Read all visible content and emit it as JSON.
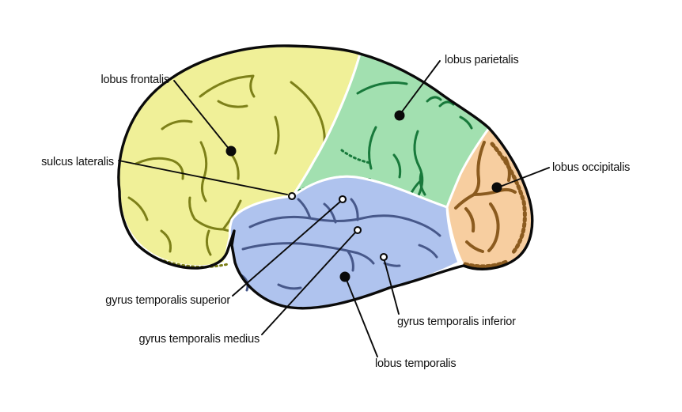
{
  "figure": {
    "background": "#ffffff",
    "outline_color": "#0a0a0a",
    "regions": [
      {
        "name": "lobus frontalis",
        "fill": "#F0F098",
        "sulci": "#7D8019"
      },
      {
        "name": "lobus parietalis",
        "fill": "#A2E0B0",
        "sulci": "#18793B"
      },
      {
        "name": "lobus occipitalis",
        "fill": "#F7CEA0",
        "sulci": "#8B5B1F"
      },
      {
        "name": "lobus temporalis",
        "fill": "#AFC3EE",
        "sulci": "#47588A"
      }
    ],
    "labels": [
      {
        "text": "lobus frontalis",
        "marker": "filled-dot"
      },
      {
        "text": "lobus parietalis",
        "marker": "filled-dot"
      },
      {
        "text": "sulcus lateralis",
        "marker": "open-circle"
      },
      {
        "text": "lobus occipitalis",
        "marker": "filled-dot"
      },
      {
        "text": "gyrus temporalis superior",
        "marker": "open-circle"
      },
      {
        "text": "gyrus temporalis medius",
        "marker": "open-circle"
      },
      {
        "text": "gyrus temporalis inferior",
        "marker": "open-circle"
      },
      {
        "text": "lobus temporalis",
        "marker": "filled-dot"
      }
    ]
  }
}
